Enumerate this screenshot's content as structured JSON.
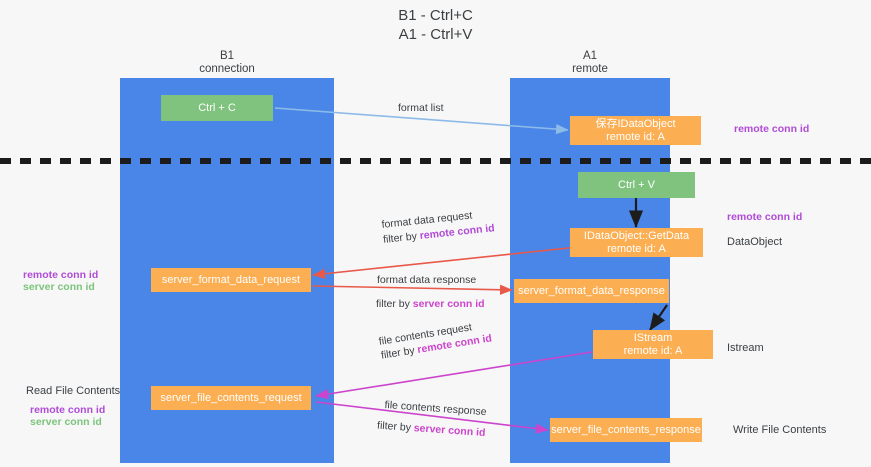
{
  "title": "B1 - Ctrl+C\nA1 - Ctrl+V",
  "lanes": [
    {
      "name": "lane-b1",
      "title": "B1\nconnection"
    },
    {
      "name": "lane-a1",
      "title": "A1\nremote"
    }
  ],
  "boxes": {
    "ctrl_c": "Ctrl + C",
    "save_idataobject": "保存IDataObject\nremote id: A",
    "ctrl_v": "Ctrl + V",
    "getdata": "IDataObject::GetData\nremote id: A",
    "server_format_data_request": "server_format_data_request",
    "server_format_data_response": "server_format_data_response",
    "istream": "IStream\nremote id: A",
    "server_file_contents_request": "server_file_contents_request",
    "server_file_contents_response": "server_file_contents_response"
  },
  "edge_labels": {
    "format_list": "format list",
    "format_data_request": "format data request",
    "format_data_request_filter_prefix": "filter by ",
    "format_data_request_filter_key": "remote conn id",
    "format_data_response": "format data response",
    "format_data_response_filter_prefix": "filter by ",
    "format_data_response_filter_key": "server conn id",
    "file_contents_request": "file contents request",
    "file_contents_request_filter_prefix": "filter by ",
    "file_contents_request_filter_key": "remote conn id",
    "file_contents_response": "file contents response",
    "file_contents_response_filter_prefix": "filter by ",
    "file_contents_response_filter_key": "server conn id"
  },
  "right_annotations": {
    "remote_conn_id_top": "remote conn id",
    "remote_conn_id_mid": "remote conn id",
    "dataobject": "DataObject",
    "istream": "Istream",
    "write_file_contents": "Write File Contents"
  },
  "left_annotations": {
    "remote_conn_id_mid": "remote conn id",
    "server_conn_id_mid": "server conn id",
    "read_file_contents": "Read File Contents",
    "remote_conn_id_bottom": "remote conn id",
    "server_conn_id_bottom": "server conn id"
  },
  "colors": {
    "lane": "#4a86e8",
    "green_box": "#7fc37f",
    "orange_box": "#fbae52",
    "purple": "#b14bd6",
    "green_text": "#7cc47c",
    "magenta": "#cc44cc",
    "red_arrow": "#e8594a",
    "blue_arrow": "#9fc7ee",
    "background": "#f7f7f8",
    "divider": "#1c1c1c"
  }
}
